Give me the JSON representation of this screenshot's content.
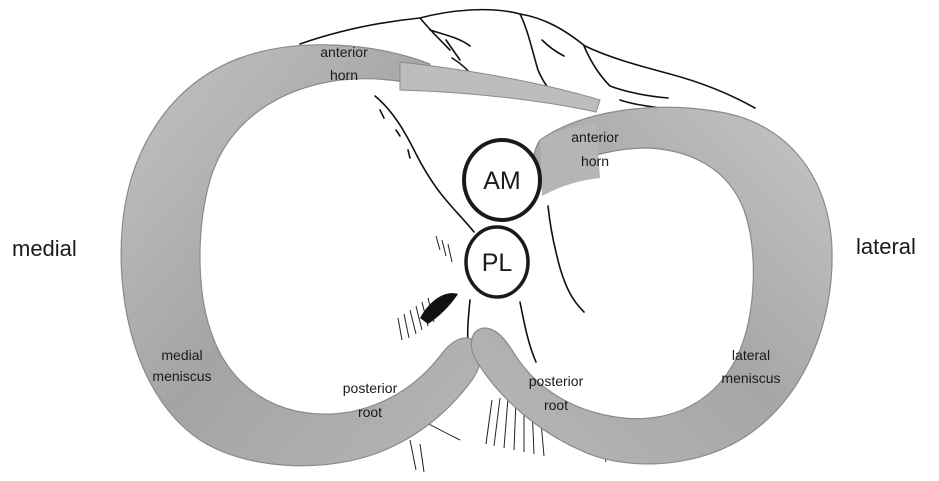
{
  "sides": {
    "medial": "medial",
    "lateral": "lateral"
  },
  "attachments": {
    "anterolateral": "AM",
    "posterolateral": "PL"
  },
  "medial_meniscus": {
    "anterior_horn_line1": "anterior",
    "anterior_horn_line2": "horn",
    "name_line1": "medial",
    "name_line2": "meniscus",
    "posterior_root_line1": "posterior",
    "posterior_root_line2": "root"
  },
  "lateral_meniscus": {
    "anterior_horn_line1": "anterior",
    "anterior_horn_line2": "horn",
    "name_line1": "lateral",
    "name_line2": "meniscus",
    "posterior_root_line1": "posterior",
    "posterior_root_line2": "root"
  },
  "colors": {
    "meniscus_fill": "#a9a9a9",
    "meniscus_highlight": "#cdcdcd",
    "meniscus_edge": "#8a8a8a",
    "tibia_line": "#111111",
    "circle_fill": "#ffffff"
  }
}
